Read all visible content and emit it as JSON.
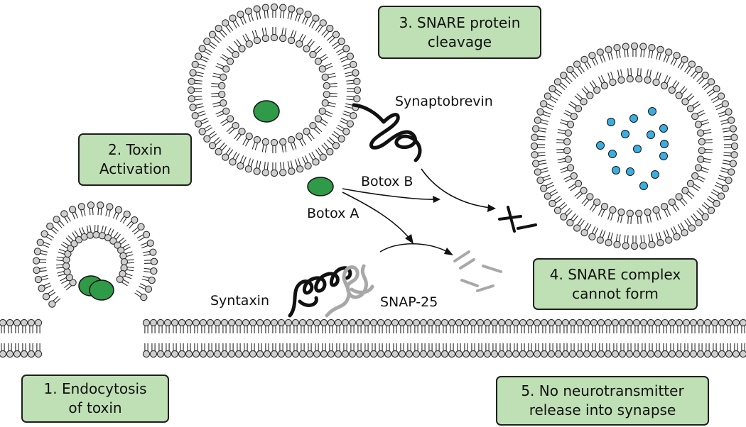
{
  "steps": [
    {
      "line1": "1. Endocytosis",
      "line2": "of toxin"
    },
    {
      "line1": "2. Toxin",
      "line2": "Activation"
    },
    {
      "line1": "3. SNARE protein",
      "line2": "cleavage"
    },
    {
      "line1": "4. SNARE complex",
      "line2": "cannot form"
    },
    {
      "line1": "5. No neurotransmitter",
      "line2": "release into synapse"
    }
  ],
  "labels": {
    "synaptobrevin": "Synaptobrevin",
    "botox_b": "Botox B",
    "botox_a": "Botox A",
    "syntaxin": "Syntaxin",
    "snap25": "SNAP-25"
  },
  "colors": {
    "box_fill": "#bfe0b4",
    "toxin": "#2f9a48",
    "neurotransmitter": "#3aaee0",
    "lipid_head": "#cfcfcf",
    "cleaved_protein": "#a8a8a8",
    "protein": "#111111"
  }
}
